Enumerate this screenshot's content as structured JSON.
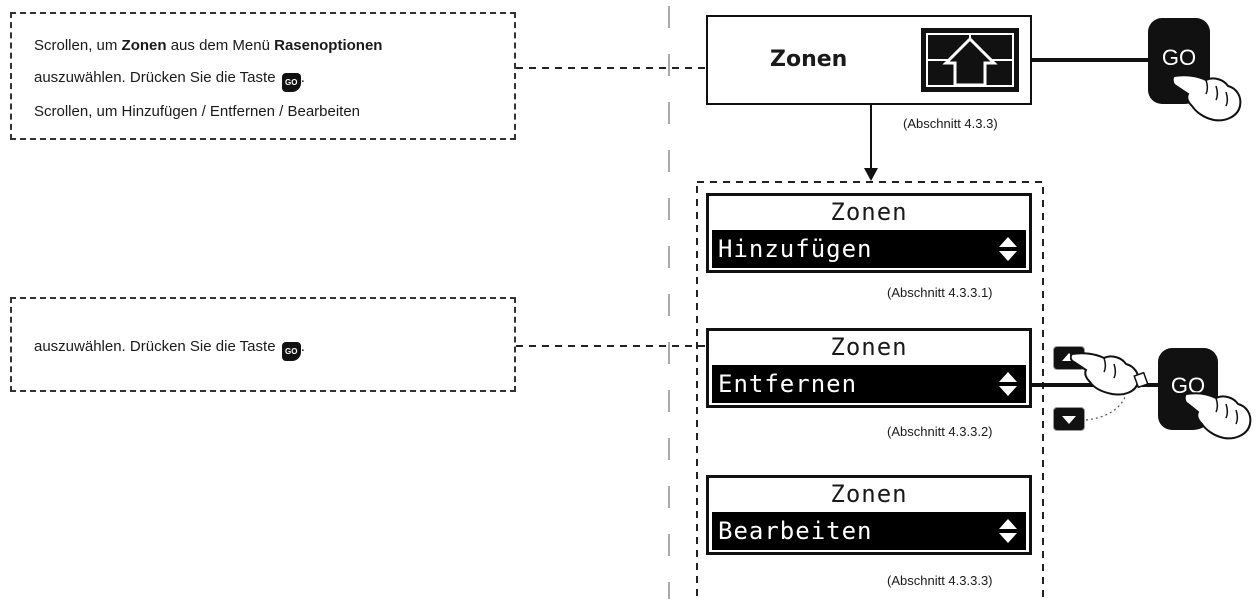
{
  "instruction_1": {
    "line1_pre": "Scrollen, um ",
    "line1_bold1": "Zonen",
    "line1_mid": " aus dem Menü ",
    "line1_bold2": "Rasenoptionen",
    "line2": "auszuwählen. Drücken Sie die Taste",
    "line2_end": ".",
    "line3": "Scrollen, um Hinzufügen / Entfernen / Bearbeiten"
  },
  "instruction_2": {
    "line1": "auszuwählen. Drücken Sie die Taste",
    "line1_end": "."
  },
  "go_label": "GO",
  "zone_card": {
    "label": "Zonen",
    "reference": "(Abschnitt 4.3.3)",
    "icon": "house-grid-icon"
  },
  "screens": [
    {
      "title": "Zonen",
      "item": "Hinzufügen",
      "reference": "(Abschnitt 4.3.3.1)"
    },
    {
      "title": "Zonen",
      "item": "Entfernen",
      "reference": "(Abschnitt 4.3.3.2)"
    },
    {
      "title": "Zonen",
      "item": "Bearbeiten",
      "reference": "(Abschnitt 4.3.3.3)"
    }
  ],
  "icons": {
    "up_down": "up-down-arrows-icon",
    "pointing_hand": "pointing-hand-icon",
    "up_button": "up-arrow-button-icon",
    "down_button": "down-arrow-button-icon"
  }
}
